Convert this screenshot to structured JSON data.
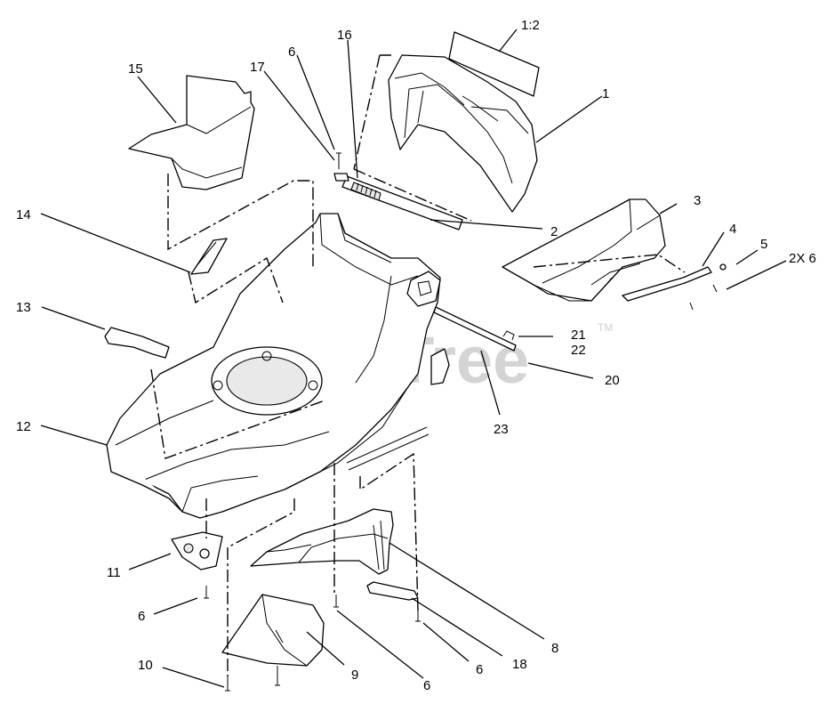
{
  "watermark": {
    "text": "PartsTree",
    "trademark": "TM"
  },
  "callouts": {
    "c1_2": "1:2",
    "c16": "16",
    "c6_top": "6",
    "c17": "17",
    "c15": "15",
    "c1": "1",
    "c3": "3",
    "c2": "2",
    "c14": "14",
    "c4": "4",
    "c5": "5",
    "c2x6": "2X 6",
    "c13": "13",
    "c21": "21",
    "c22": "22",
    "c20": "20",
    "c12": "12",
    "c23": "23",
    "c11": "11",
    "c6_left": "6",
    "c8": "8",
    "c10": "10",
    "c9": "9",
    "c6_bottom": "6",
    "c6_mid": "6",
    "c18": "18"
  }
}
